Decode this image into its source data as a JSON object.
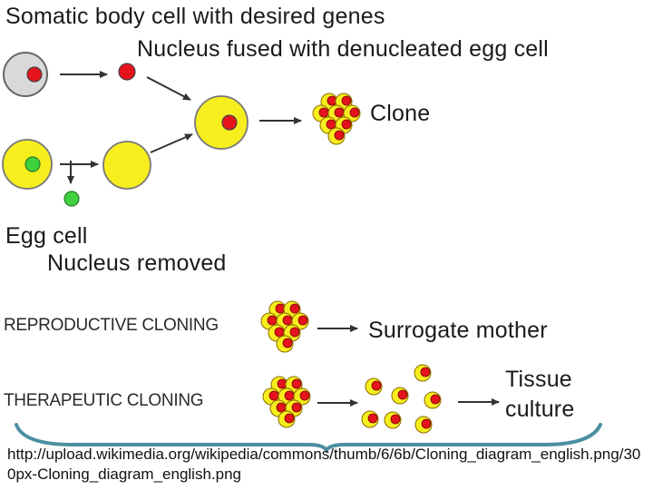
{
  "labels": {
    "somatic": "Somatic body cell with desired genes",
    "fused": "Nucleus fused with denucleated egg cell",
    "clone": "Clone",
    "egg_cell": "Egg cell",
    "nucleus_removed": "Nucleus removed",
    "reproductive": "REPRODUCTIVE CLONING",
    "surrogate": "Surrogate mother",
    "therapeutic": "THERAPEUTIC CLONING",
    "tissue": "Tissue",
    "culture": "culture"
  },
  "caption": "http://upload.wikimedia.org/wikipedia/commons/thumb/6/6b/Cloning_diagram_english.png/300px-Cloning_diagram_english.png",
  "colors": {
    "egg_yellow": "#f7ee1e",
    "nucleus_red": "#e5141c",
    "nucleus_green": "#3ed23e",
    "somatic_gray": "#d9d9d9",
    "outline": "#555555",
    "brace": "#4a8fa0"
  }
}
